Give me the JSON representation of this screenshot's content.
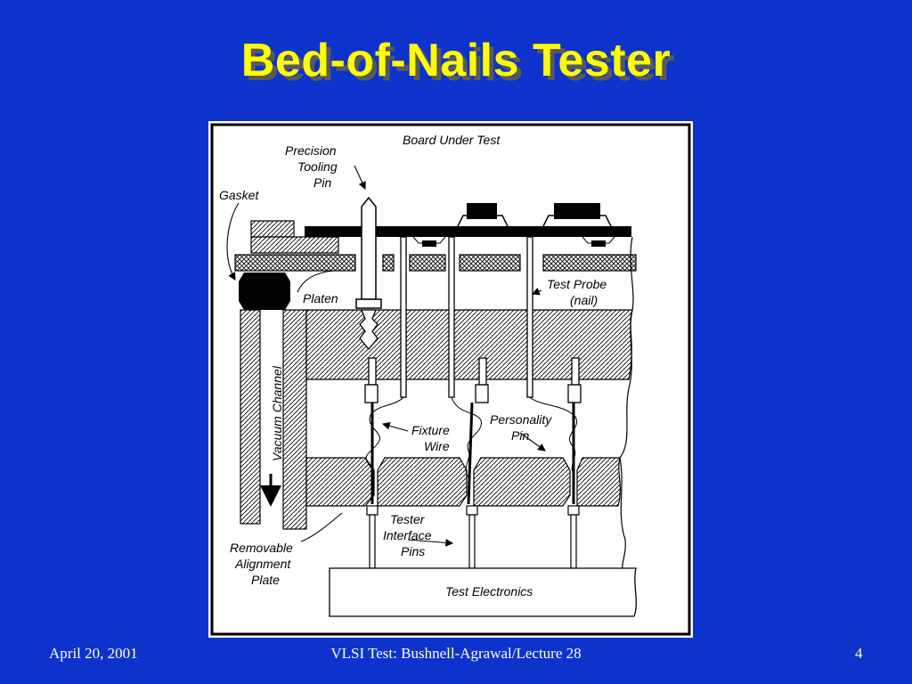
{
  "slide": {
    "title": "Bed-of-Nails Tester"
  },
  "figure": {
    "labels": {
      "board_under_test": "Board Under Test",
      "precision_l1": "Precision",
      "precision_l2": "Tooling",
      "precision_l3": "Pin",
      "gasket": "Gasket",
      "platen": "Platen",
      "test_probe_l1": "Test Probe",
      "test_probe_l2": "(nail)",
      "vacuum_channel": "Vacuum Channel",
      "fixture_l1": "Fixture",
      "fixture_l2": "Wire",
      "personality_l1": "Personality",
      "personality_l2": "Pin",
      "tester_l1": "Tester",
      "tester_l2": "Interface",
      "tester_l3": "Pins",
      "removable_l1": "Removable",
      "removable_l2": "Alignment",
      "removable_l3": "Plate",
      "test_electronics": "Test Electronics"
    }
  },
  "footer": {
    "date": "April 20, 2001",
    "course": "VLSI Test: Bushnell-Agrawal/Lecture 28",
    "page": "4"
  }
}
